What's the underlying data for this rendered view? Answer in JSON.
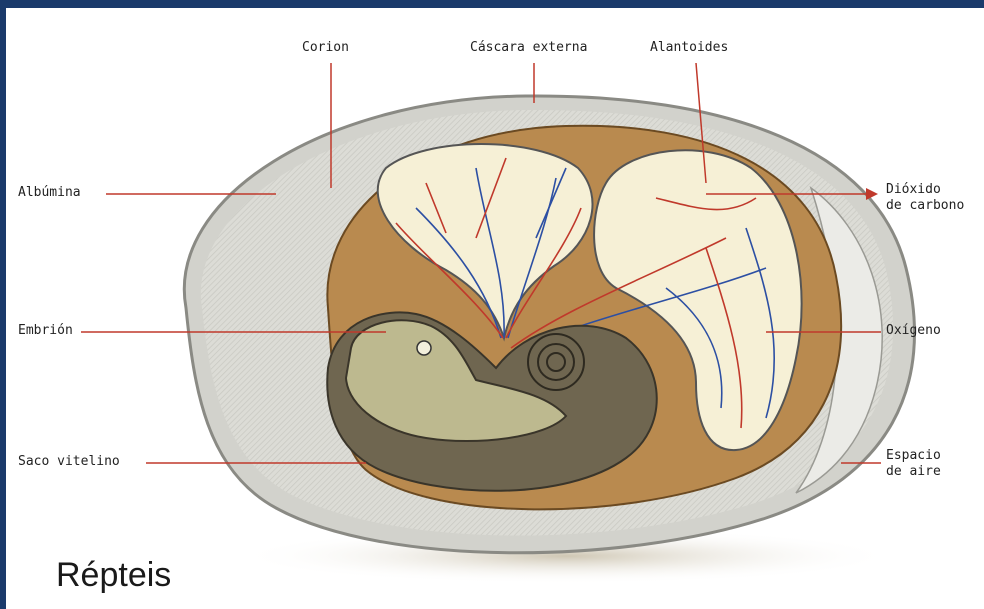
{
  "colors": {
    "border": "#1a3a6b",
    "shell": "#e6e6e2",
    "albumen": "#d8d8d2",
    "chorion": "#b98a4f",
    "allantois": "#f6f0d6",
    "embryo": "#bdb98f",
    "yolk_sac": "#6f6650",
    "artery": "#c0392b",
    "vein": "#2c4fa3"
  },
  "labels": {
    "corion": "Corion",
    "cascara": "Cáscara externa",
    "alantoides": "Alantoides",
    "albumina": "Albúmina",
    "dioxido_1": "Dióxido",
    "dioxido_2": "de carbono",
    "embrion": "Embrión",
    "oxigeno": "Oxígeno",
    "saco": "Saco vitelino",
    "espacio_1": "Espacio",
    "espacio_2": "de aire"
  },
  "title": "Répteis"
}
